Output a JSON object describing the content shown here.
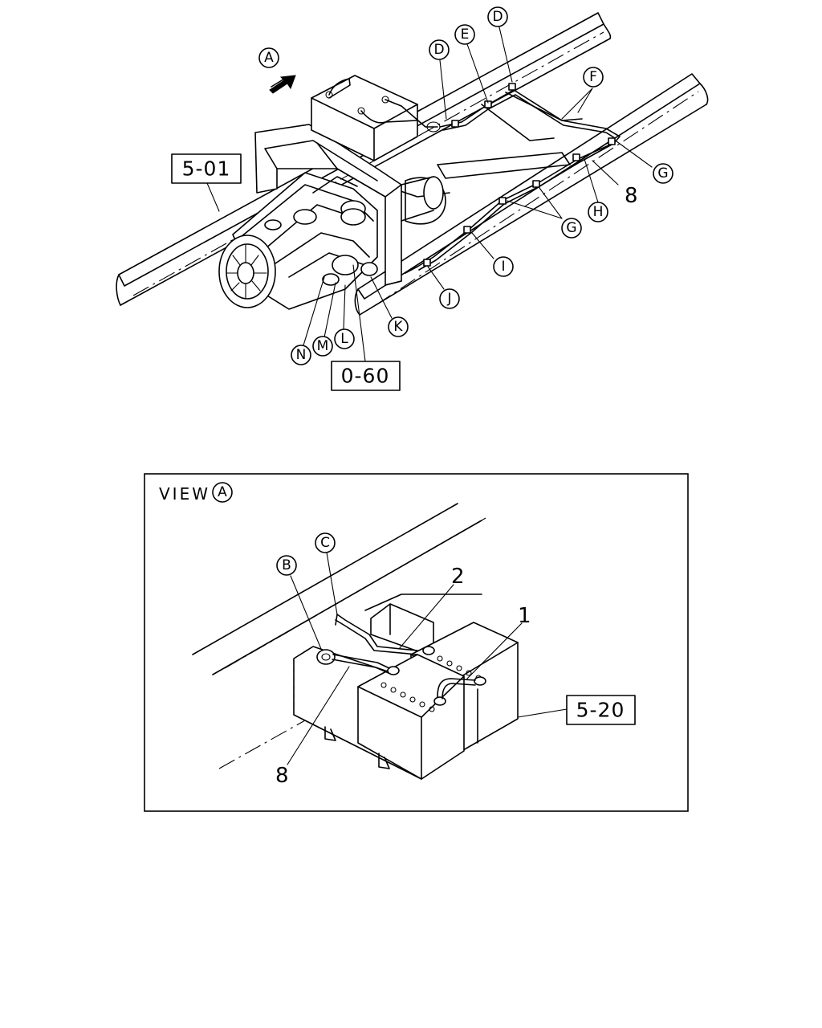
{
  "top_view": {
    "view_marker": "A",
    "ref_boxes": {
      "frame": "5-01",
      "engine": "0-60"
    },
    "part_number": "8",
    "callouts": {
      "d1": "D",
      "e": "E",
      "d2": "D",
      "f": "F",
      "g1": "G",
      "h": "H",
      "g2": "G",
      "i": "I",
      "j": "J",
      "k": "K",
      "l": "L",
      "m": "M",
      "n": "N"
    }
  },
  "view_a": {
    "title_text": "VIEW",
    "title_marker": "A",
    "callouts": {
      "b": "B",
      "c": "C"
    },
    "part_numbers": {
      "p1": "1",
      "p2": "2",
      "p8": "8"
    },
    "ref_box": "5-20"
  }
}
